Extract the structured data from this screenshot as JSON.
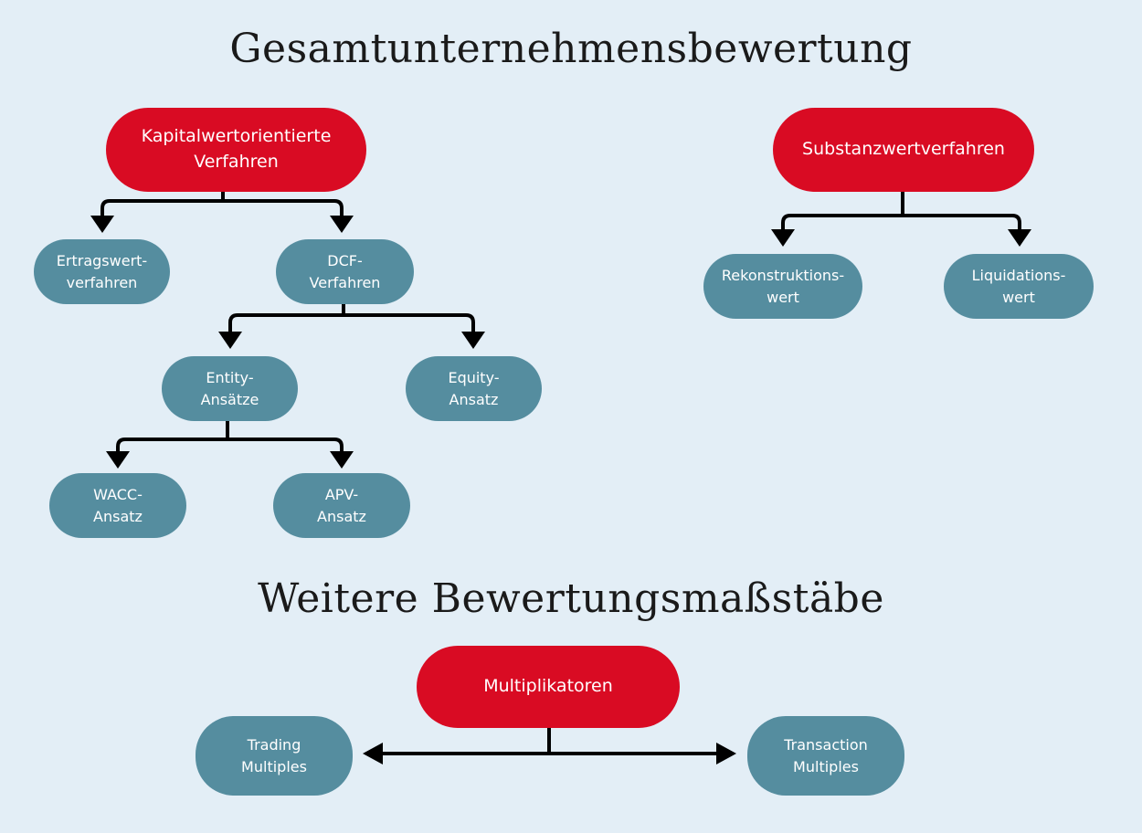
{
  "title_main": "Gesamtunternehmensbewertung",
  "title_secondary": "Weitere Bewertungsmaßstäbe",
  "colors": {
    "background": "#e3eef6",
    "primary_node": "#d90b23",
    "secondary_node": "#558d9f",
    "connector": "#000000",
    "text_on_node": "#ffffff"
  },
  "nodes": {
    "kapitalwert": "Kapitalwertorientierte\nVerfahren",
    "substanzwert": "Substanzwertverfahren",
    "ertragswert": "Ertragswert-\nverfahren",
    "dcf": "DCF-\nVerfahren",
    "entity": "Entity-\nAnsätze",
    "equity": "Equity-\nAnsatz",
    "wacc": "WACC-\nAnsatz",
    "apv": "APV-\nAnsatz",
    "rekonstruktion": "Rekonstruktions-\nwert",
    "liquidation": "Liquidations-\nwert",
    "multiplikatoren": "Multiplikatoren",
    "trading": "Trading\nMultiples",
    "transaction": "Transaction\nMultiples"
  }
}
